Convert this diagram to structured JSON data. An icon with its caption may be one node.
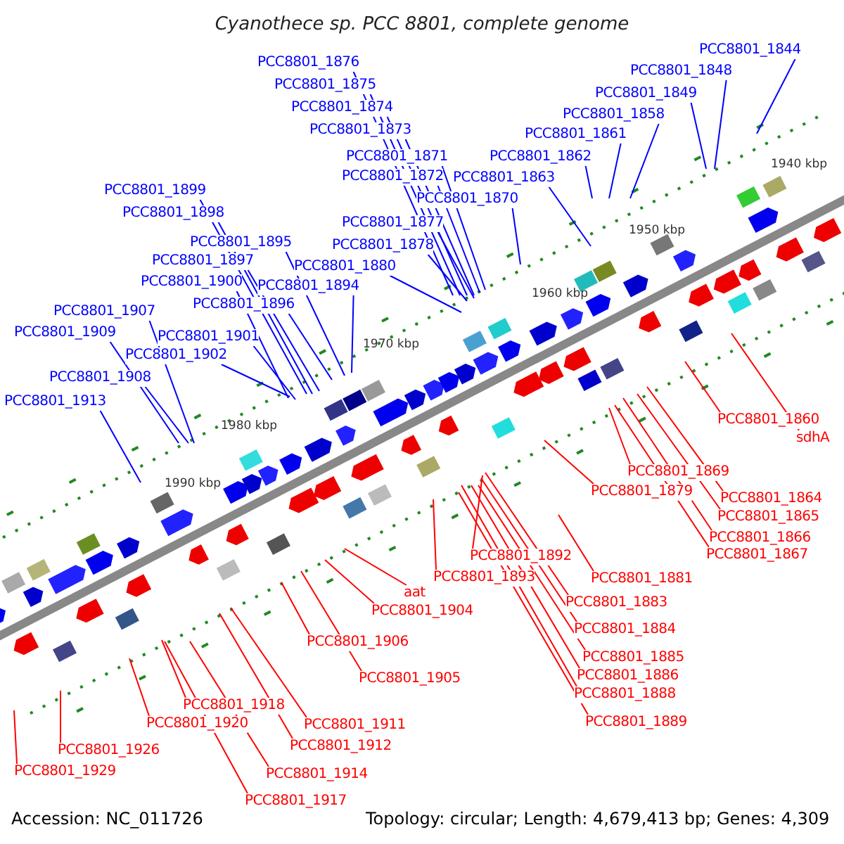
{
  "diagram": {
    "title": "Cyanothece sp. PCC 8801, complete genome",
    "nodes": [
      {
        "text": [
          "PCC8801_1844"
        ]
      },
      {
        "text": [
          "PCC8801_1848"
        ]
      },
      {
        "text": [
          "PCC8801_1849"
        ]
      },
      {
        "text": [
          "PCC8801_1858"
        ]
      },
      {
        "text": [
          "PCC8801_1861"
        ]
      },
      {
        "text": [
          "PCC8801_1862"
        ]
      },
      {
        "text": [
          "PCC8801_1863"
        ]
      },
      {
        "text": [
          "PCC8801_1870"
        ]
      },
      {
        "text": [
          "PCC8801_1876"
        ]
      },
      {
        "text": [
          "PCC8801_1875"
        ]
      },
      {
        "text": [
          "PCC8801_1874"
        ]
      },
      {
        "text": [
          "PCC8801_1873"
        ]
      },
      {
        "text": [
          "PCC8801_1871"
        ]
      },
      {
        "text": [
          "PCC8801_1872"
        ]
      },
      {
        "text": [
          "PCC8801_1877"
        ]
      },
      {
        "text": [
          "PCC8801_1878"
        ]
      },
      {
        "text": [
          "PCC8801_1880"
        ]
      },
      {
        "text": [
          "PCC8801_1899"
        ]
      },
      {
        "text": [
          "PCC8801_1898"
        ]
      },
      {
        "text": [
          "PCC8801_1895"
        ]
      },
      {
        "text": [
          "PCC8801_1897"
        ]
      },
      {
        "text": [
          "PCC8801_1900"
        ]
      },
      {
        "text": [
          "PCC8801_1894"
        ]
      },
      {
        "text": [
          "PCC8801_1896"
        ]
      },
      {
        "text": [
          "PCC8801_1907"
        ]
      },
      {
        "text": [
          "PCC8801_1909"
        ]
      },
      {
        "text": [
          "PCC8801_1901"
        ]
      },
      {
        "text": [
          "PCC8801_1902"
        ]
      },
      {
        "text": [
          "PCC8801_1908"
        ]
      },
      {
        "text": [
          "PCC8801_1913"
        ]
      },
      {
        "text": [
          "PCC8801_1860"
        ]
      },
      {
        "text": [
          "sdhA"
        ]
      },
      {
        "text": [
          "PCC8801_1869"
        ]
      },
      {
        "text": [
          "PCC8801_1879"
        ]
      },
      {
        "text": [
          "PCC8801_1864"
        ]
      },
      {
        "text": [
          "PCC8801_1865"
        ]
      },
      {
        "text": [
          "PCC8801_1866"
        ]
      },
      {
        "text": [
          "PCC8801_1867"
        ]
      },
      {
        "text": [
          "PCC8801_1892"
        ]
      },
      {
        "text": [
          "PCC8801_1893"
        ]
      },
      {
        "text": [
          "PCC8801_1881"
        ]
      },
      {
        "text": [
          "aat"
        ]
      },
      {
        "text": [
          "PCC8801_1904"
        ]
      },
      {
        "text": [
          "PCC8801_1883"
        ]
      },
      {
        "text": [
          "PCC8801_1884"
        ]
      },
      {
        "text": [
          "PCC8801_1906"
        ]
      },
      {
        "text": [
          "PCC8801_1885"
        ]
      },
      {
        "text": [
          "PCC8801_1886"
        ]
      },
      {
        "text": [
          "PCC8801_1888"
        ]
      },
      {
        "text": [
          "PCC8801_1905"
        ]
      },
      {
        "text": [
          "PCC8801_1889"
        ]
      },
      {
        "text": [
          "PCC8801_1918"
        ]
      },
      {
        "text": [
          "PCC8801_1920"
        ]
      },
      {
        "text": [
          "PCC8801_1911"
        ]
      },
      {
        "text": [
          "PCC8801_1912"
        ]
      },
      {
        "text": [
          "PCC8801_1926"
        ]
      },
      {
        "text": [
          "PCC8801_1914"
        ]
      },
      {
        "text": [
          "PCC8801_1929"
        ]
      },
      {
        "text": [
          "PCC8801_1917"
        ]
      }
    ],
    "edges": [
      {
        "from": 0,
        "to": null,
        "arrow": "none"
      },
      {
        "from": 1,
        "to": null,
        "arrow": "none"
      },
      {
        "from": 2,
        "to": null,
        "arrow": "none"
      },
      {
        "from": 3,
        "to": null,
        "arrow": "none"
      },
      {
        "from": 4,
        "to": null,
        "arrow": "none"
      },
      {
        "from": 5,
        "to": null,
        "arrow": "none"
      },
      {
        "from": 6,
        "to": null,
        "arrow": "none"
      },
      {
        "from": 7,
        "to": null,
        "arrow": "none"
      },
      {
        "from": 8,
        "to": null,
        "arrow": "none"
      },
      {
        "from": 9,
        "to": null,
        "arrow": "none"
      },
      {
        "from": 10,
        "to": null,
        "arrow": "none"
      },
      {
        "from": 11,
        "to": null,
        "arrow": "none"
      },
      {
        "from": 12,
        "to": null,
        "arrow": "none"
      },
      {
        "from": 13,
        "to": null,
        "arrow": "none"
      },
      {
        "from": 14,
        "to": null,
        "arrow": "none"
      },
      {
        "from": 15,
        "to": null,
        "arrow": "none"
      },
      {
        "from": 16,
        "to": null,
        "arrow": "none"
      },
      {
        "from": 17,
        "to": null,
        "arrow": "none"
      },
      {
        "from": 18,
        "to": null,
        "arrow": "none"
      },
      {
        "from": 19,
        "to": null,
        "arrow": "none"
      },
      {
        "from": 20,
        "to": null,
        "arrow": "none"
      },
      {
        "from": 21,
        "to": null,
        "arrow": "none"
      },
      {
        "from": 22,
        "to": null,
        "arrow": "none"
      },
      {
        "from": 23,
        "to": null,
        "arrow": "none"
      },
      {
        "from": 24,
        "to": null,
        "arrow": "none"
      },
      {
        "from": 25,
        "to": null,
        "arrow": "none"
      },
      {
        "from": 26,
        "to": null,
        "arrow": "none"
      },
      {
        "from": 27,
        "to": null,
        "arrow": "none"
      },
      {
        "from": 28,
        "to": null,
        "arrow": "none"
      },
      {
        "from": 29,
        "to": null,
        "arrow": "none"
      },
      {
        "from": 30,
        "to": null,
        "arrow": "none",
        "color": "#ff0000"
      },
      {
        "from": 31,
        "to": null,
        "arrow": "none",
        "color": "#ff0000"
      },
      {
        "from": 32,
        "to": null,
        "arrow": "none",
        "color": "#ff0000"
      },
      {
        "from": 33,
        "to": null,
        "arrow": "none",
        "color": "#ff0000"
      },
      {
        "from": 34,
        "to": null,
        "arrow": "none",
        "color": "#ff0000"
      },
      {
        "from": 35,
        "to": null,
        "arrow": "none",
        "color": "#ff0000"
      },
      {
        "from": 36,
        "to": null,
        "arrow": "none",
        "color": "#ff0000"
      },
      {
        "from": 37,
        "to": null,
        "arrow": "none",
        "color": "#ff0000"
      },
      {
        "from": 38,
        "to": null,
        "arrow": "none",
        "color": "#ff0000"
      },
      {
        "from": 39,
        "to": null,
        "arrow": "none",
        "color": "#ff0000"
      },
      {
        "from": 40,
        "to": null,
        "arrow": "none",
        "color": "#ff0000"
      },
      {
        "from": 41,
        "to": null,
        "arrow": "none",
        "color": "#ff0000"
      },
      {
        "from": 42,
        "to": null,
        "arrow": "none",
        "color": "#ff0000"
      },
      {
        "from": 43,
        "to": null,
        "arrow": "none",
        "color": "#ff0000"
      },
      {
        "from": 44,
        "to": null,
        "arrow": "none",
        "color": "#ff0000"
      },
      {
        "from": 45,
        "to": null,
        "arrow": "none",
        "color": "#ff0000"
      },
      {
        "from": 46,
        "to": null,
        "arrow": "none",
        "color": "#ff0000"
      },
      {
        "from": 47,
        "to": null,
        "arrow": "none",
        "color": "#ff0000"
      },
      {
        "from": 48,
        "to": null,
        "arrow": "none",
        "color": "#ff0000"
      },
      {
        "from": 49,
        "to": null,
        "arrow": "none",
        "color": "#ff0000"
      },
      {
        "from": 50,
        "to": null,
        "arrow": "none",
        "color": "#ff0000"
      },
      {
        "from": 51,
        "to": null,
        "arrow": "none",
        "color": "#ff0000"
      },
      {
        "from": 52,
        "to": null,
        "arrow": "none",
        "color": "#ff0000"
      },
      {
        "from": 53,
        "to": null,
        "arrow": "none",
        "color": "#ff0000"
      },
      {
        "from": 54,
        "to": null,
        "arrow": "none",
        "color": "#ff0000"
      },
      {
        "from": 55,
        "to": null,
        "arrow": "none",
        "color": "#ff0000"
      },
      {
        "from": 56,
        "to": null,
        "arrow": "none",
        "color": "#ff0000"
      },
      {
        "from": 57,
        "to": null,
        "arrow": "none",
        "color": "#ff0000"
      },
      {
        "from": 58,
        "to": null,
        "arrow": "none",
        "color": "#ff0000"
      }
    ],
    "labels": [
      "1940 kbp",
      "1950 kbp",
      "1960 kbp",
      "1970 kbp",
      "1980 kbp",
      "1990 kbp",
      "Accession: NC_011726",
      "Topology: circular; Length: 4,679,413 bp; Genes: 4,309"
    ]
  }
}
